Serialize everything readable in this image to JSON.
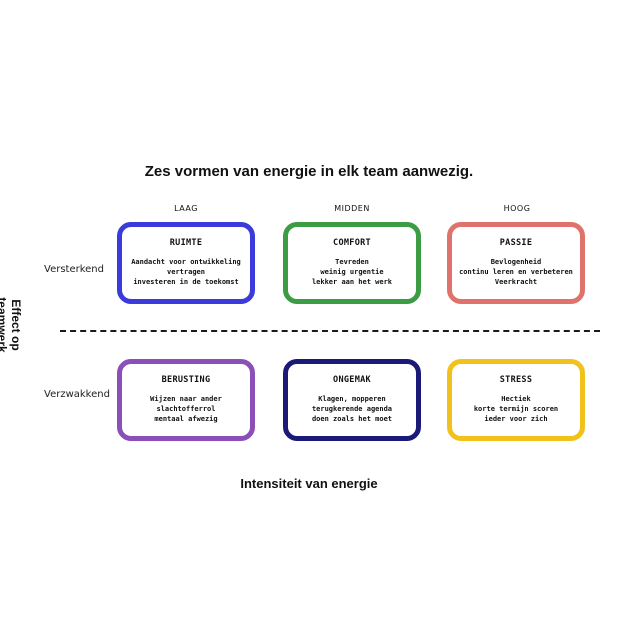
{
  "title": "Zes vormen van energie in elk team aanwezig.",
  "columns": [
    "LAAG",
    "MIDDEN",
    "HOOG"
  ],
  "rows": [
    "Versterkend",
    "Verzwakkend"
  ],
  "y_axis_label": "Effect op teamwerk",
  "x_axis_label": "Intensiteit van energie",
  "boxes": [
    {
      "title": "RUIMTE",
      "lines": [
        "Aandacht voor ontwikkeling",
        "vertragen",
        "investeren in de toekomst"
      ],
      "color": "#3b3bdb"
    },
    {
      "title": "COMFORT",
      "lines": [
        "Tevreden",
        "weinig urgentie",
        "lekker aan het werk"
      ],
      "color": "#3c9c44"
    },
    {
      "title": "PASSIE",
      "lines": [
        "Bevlogenheid",
        "continu leren en verbeteren",
        "Veerkracht"
      ],
      "color": "#e0726c"
    },
    {
      "title": "BERUSTING",
      "lines": [
        "Wijzen naar ander",
        "slachtofferrol",
        "mentaal afwezig"
      ],
      "color": "#8a4fb8"
    },
    {
      "title": "ONGEMAK",
      "lines": [
        "Klagen, mopperen",
        "terugkerende agenda",
        "doen zoals het moet"
      ],
      "color": "#1c1a78"
    },
    {
      "title": "STRESS",
      "lines": [
        "Hectiek",
        "korte termijn scoren",
        "ieder voor zich"
      ],
      "color": "#f2c21c"
    }
  ]
}
